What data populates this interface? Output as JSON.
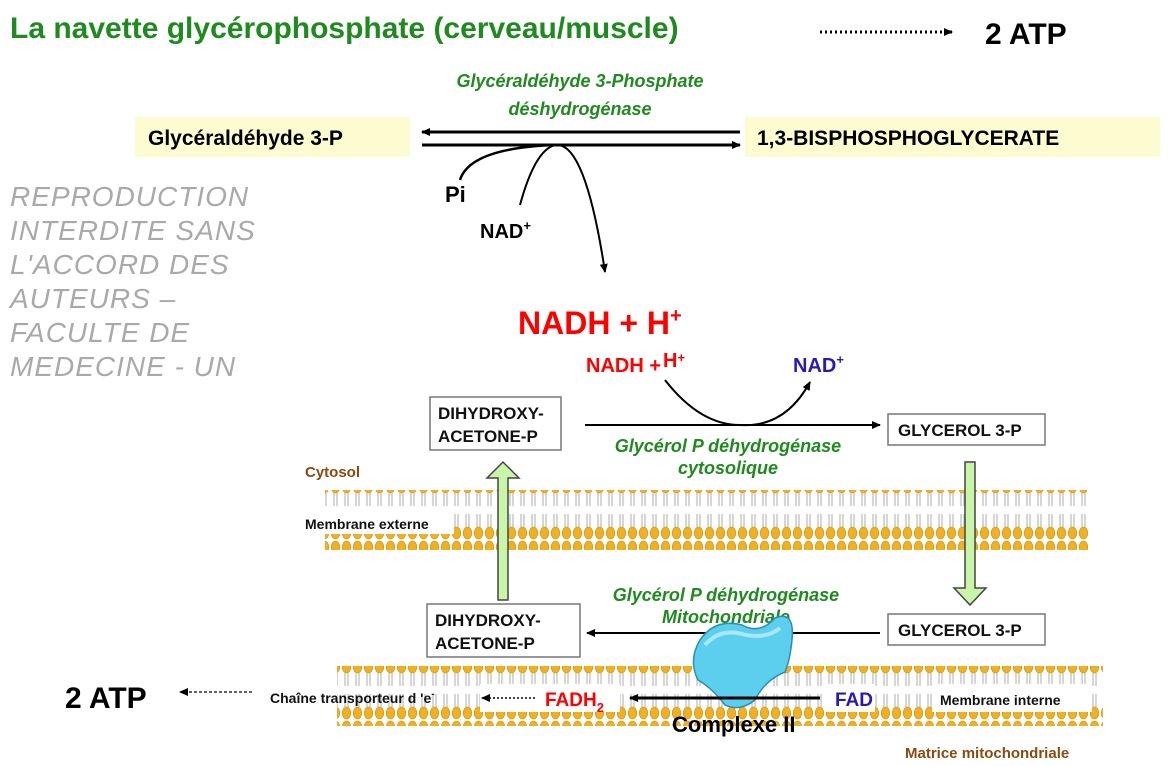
{
  "title": "La navette glycérophosphate (cerveau/muscle)",
  "title_atp": "2 ATP",
  "colors": {
    "title_green": "#1f8a1f",
    "red": "#ff0000",
    "blue": "#2a1ab0",
    "brown": "#8b4a10",
    "membrane_head": "#f0b020",
    "arrow_green": "#c8f5a8",
    "complex_blue": "#5ccfee",
    "box_yellow": "#fdfbd0"
  },
  "top_reaction": {
    "enzyme_line1": "Glycéraldéhyde 3-Phosphate",
    "enzyme_line2": "déshydrogénase",
    "substrate": "Glycéraldéhyde 3-P",
    "product": "1,3-BISPHOSPHOGLYCERATE",
    "pi": "Pi",
    "nad": "NAD",
    "nad_sup": "+",
    "nadh_big": "NADH + H",
    "nadh_big_sup": "+"
  },
  "cytosol_reaction": {
    "nadh": "NADH +",
    "h": "H",
    "h_sup": "+",
    "nad": "NAD",
    "nad_sup": "+",
    "dhap_line1": "DIHYDROXY-",
    "dhap_line2": "ACETONE-P",
    "glycerol": "GLYCEROL 3-P",
    "enzyme_line1": "Glycérol P  déhydrogénase",
    "enzyme_line2": "cytosolique"
  },
  "labels": {
    "cytosol": "Cytosol",
    "outer_membrane": "Membrane externe",
    "inner_membrane": "Membrane interne",
    "matrix": "Matrice mitochondriale"
  },
  "mito_reaction": {
    "enzyme_line1": "Glycérol P  déhydrogénase",
    "enzyme_line2": "Mitochondriale",
    "dhap_line1": "DIHYDROXY-",
    "dhap_line2": "ACETONE-P",
    "glycerol": "GLYCEROL 3-P",
    "fad": "FAD",
    "fadh": "FADH",
    "fadh_sub": "2",
    "complex": "Complexe II",
    "chain": "Chaîne transporteur d 'e",
    "chain_sup": "-",
    "atp": "2 ATP"
  },
  "watermark": "REPRODUCTION INTERDITE SANS L'ACCORD DES AUTEURS – FACULTE DE MEDECINE - UN"
}
